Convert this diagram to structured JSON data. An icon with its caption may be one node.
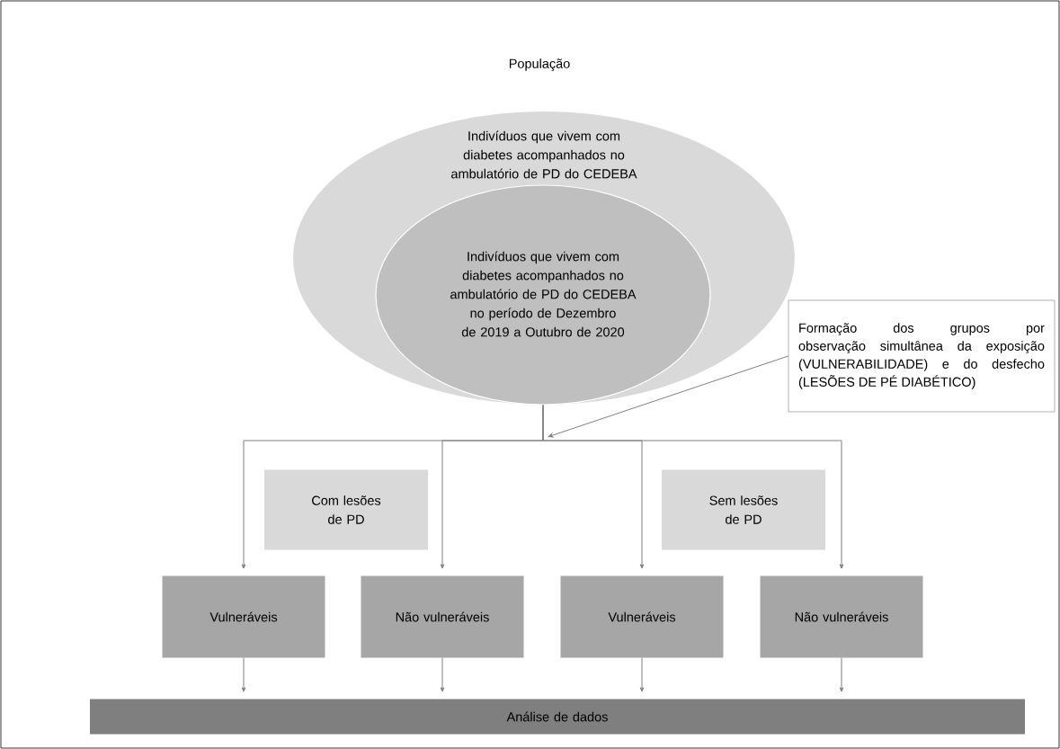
{
  "diagram": {
    "title": "População",
    "nodes": [
      {
        "text": [
          "Indivíduos que vivem com diabetes acompanhados no ambulatório de PD do CEDEBA"
        ]
      },
      {
        "text": [
          "Indivíduos que vivem com diabetes acompanhados no ambulatório de PD do CEDEBA no período de Dezembro de 2019 a Outubro de 2020"
        ],
        "in": 0
      },
      {
        "text": [
          "Formação dos grupos por observação simultânea da exposição (VULNERABILIDADE) e do desfecho (LESÕES DE PÉ DIABÉTICO)"
        ]
      },
      {
        "text": [
          "Com lesões de PD"
        ]
      },
      {
        "text": [
          "Sem lesões de PD"
        ]
      },
      {
        "text": [
          "Vulneráveis"
        ]
      },
      {
        "text": [
          "Não vulneráveis"
        ]
      },
      {
        "text": [
          "Vulneráveis"
        ]
      },
      {
        "text": [
          "Não vulneráveis"
        ]
      },
      {
        "text": [
          "Análise de dados"
        ]
      }
    ],
    "edges": [
      {
        "from": 1,
        "to": 5,
        "arrow": "to"
      },
      {
        "from": 1,
        "to": 6,
        "arrow": "to"
      },
      {
        "from": 1,
        "to": 7,
        "arrow": "to"
      },
      {
        "from": 1,
        "to": 8,
        "arrow": "to"
      },
      {
        "from": 2,
        "to": null,
        "arrow": "to"
      },
      {
        "from": 5,
        "to": 9,
        "arrow": "to"
      },
      {
        "from": 6,
        "to": 9,
        "arrow": "to"
      },
      {
        "from": 7,
        "to": 9,
        "arrow": "to"
      },
      {
        "from": 8,
        "to": 9,
        "arrow": "to"
      }
    ]
  }
}
